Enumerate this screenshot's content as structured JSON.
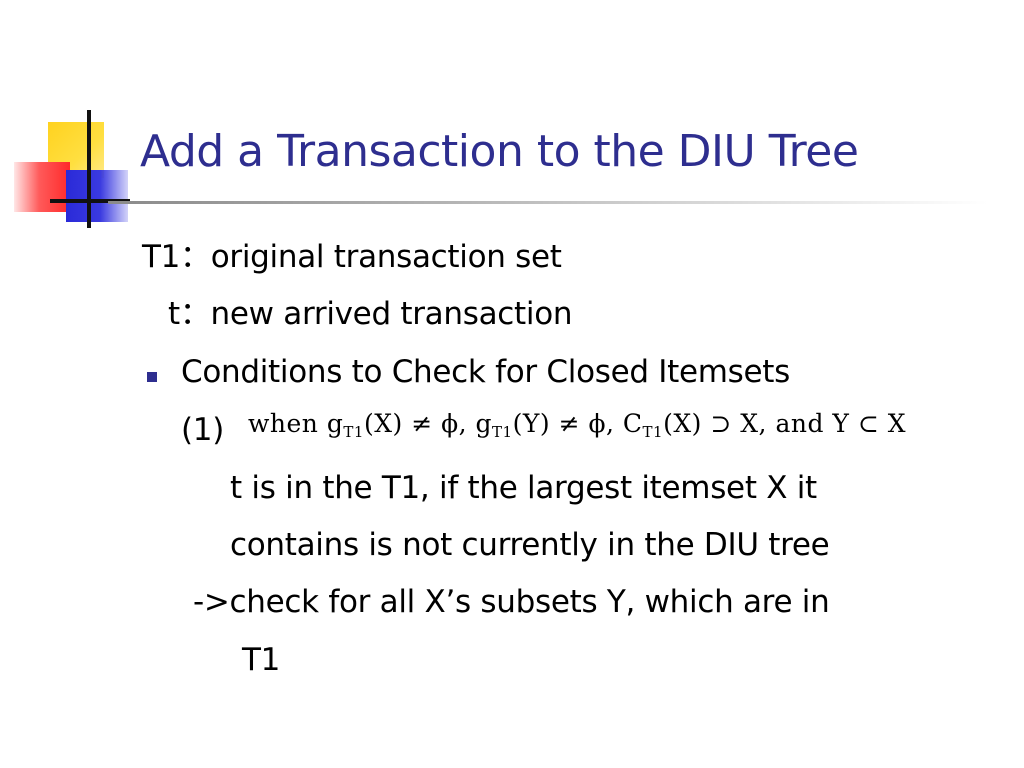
{
  "slide": {
    "title": "Add a Transaction to the DIU Tree",
    "lines": {
      "t1_def": "T1：original transaction set",
      "t_def": "t：new arrived transaction",
      "bullet": "Conditions to Check for Closed Itemsets",
      "cond_label": "(1)",
      "cond_detail_1": "t is in the T1, if the largest itemset X it",
      "cond_detail_2": "contains is not currently in the DIU tree",
      "check_1": "->check for all X’s subsets Y, which are in",
      "check_2": "T1"
    },
    "formula": {
      "when": "when",
      "g1": "g",
      "sub1": "T1",
      "arg1": "(X) ≠ ϕ,",
      "g2": "g",
      "sub2": "T1",
      "arg2": "(Y) ≠ ϕ,",
      "c": "C",
      "sub3": "T1",
      "arg3": "(X) ⊃ X,",
      "and": "and",
      "tail": "Y ⊂ X"
    },
    "colors": {
      "title": "#2e2e8f",
      "bullet": "#2e2e8f",
      "text": "#000000"
    }
  }
}
